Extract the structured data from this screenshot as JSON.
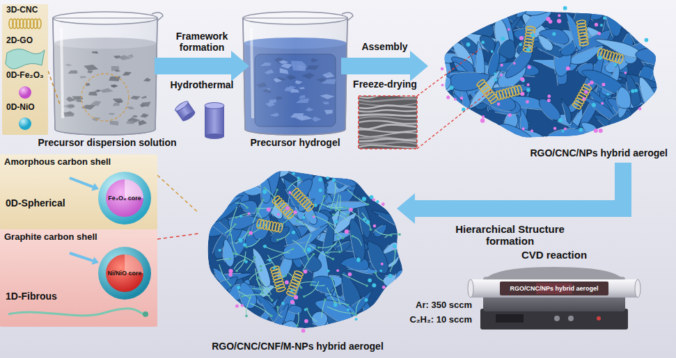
{
  "diagram": {
    "nodes": [
      {
        "text": [
          "3D-CNC",
          "2D-GO",
          "0D-Fe₂O₃",
          "0D-NiO"
        ]
      },
      {
        "text": [
          "Precursor dispersion solution"
        ]
      },
      {
        "text": [
          "Precursor hydrogel"
        ]
      },
      {
        "text": [
          "RGO/CNC/NPs hybrid aerogel"
        ]
      },
      {
        "text": [
          "Amorphous carbon shell",
          "0D-Spherical"
        ]
      },
      {
        "text": [
          "Fe₃O₄ core"
        ],
        "in": 4
      },
      {
        "text": [
          "Graphite carbon shell",
          "1D-Fibrous"
        ]
      },
      {
        "text": [
          "Ni/NiO core"
        ],
        "in": 6
      },
      {
        "text": [
          "RGO/CNC/CNF/M-NPs hybrid aerogel"
        ]
      },
      {
        "text": [
          "CVD reaction",
          "RGO/CNC/NPs hybrid aerogel"
        ]
      }
    ],
    "edges": [
      {
        "from": 0,
        "to": 1,
        "arrow": "none"
      },
      {
        "from": 1,
        "to": 2,
        "label": "Framework formation",
        "arrow": "to"
      },
      {
        "from": 2,
        "to": 3,
        "label": "Assembly",
        "arrow": "to"
      },
      {
        "from": 3,
        "to": 8,
        "label": "Hierarchical Structure formation",
        "arrow": "to"
      },
      {
        "from": 4,
        "to": 8,
        "arrow": "none"
      },
      {
        "from": 6,
        "to": 8,
        "arrow": "none"
      }
    ],
    "labels": [
      "Hydrothermal",
      "Freeze-drying",
      "Ar: 350 sccm",
      "C₂H₂: 10 sccm"
    ]
  }
}
